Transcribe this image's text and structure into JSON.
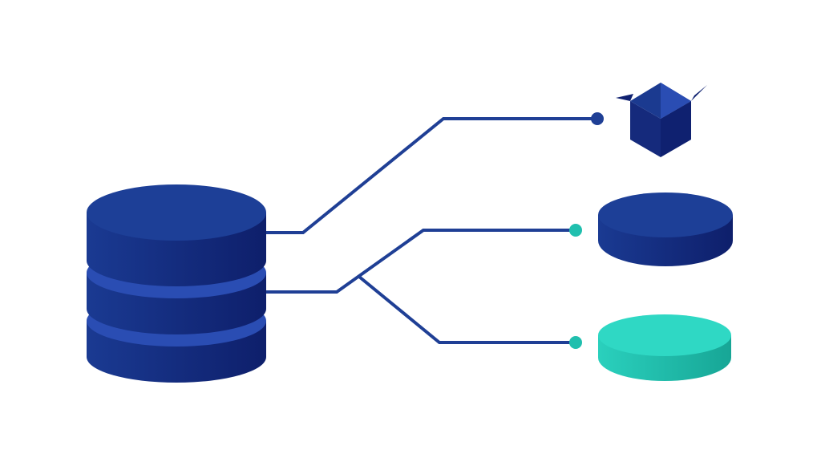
{
  "colors": {
    "background": "#ffffff",
    "primary_dark": "#0f2170",
    "primary": "#1d3f97",
    "primary_light": "#2a4db3",
    "line": "#1f3f95",
    "accent_teal": "#2fd8c4",
    "accent_teal_dark": "#1fb3a2",
    "dot_teal": "#20bfae"
  },
  "diagram": {
    "source": {
      "icon": "database-stack-icon",
      "layers": 3
    },
    "connectors": [
      {
        "id": "to-cube",
        "dot_color": "primary"
      },
      {
        "id": "to-blue-disk",
        "dot_color": "teal"
      },
      {
        "id": "to-teal-disk",
        "dot_color": "teal"
      }
    ],
    "targets": [
      {
        "id": "cube",
        "icon": "hexagon-cube-icon"
      },
      {
        "id": "blue-disk",
        "icon": "blue-disk-icon"
      },
      {
        "id": "teal-disk",
        "icon": "teal-disk-icon"
      }
    ]
  }
}
